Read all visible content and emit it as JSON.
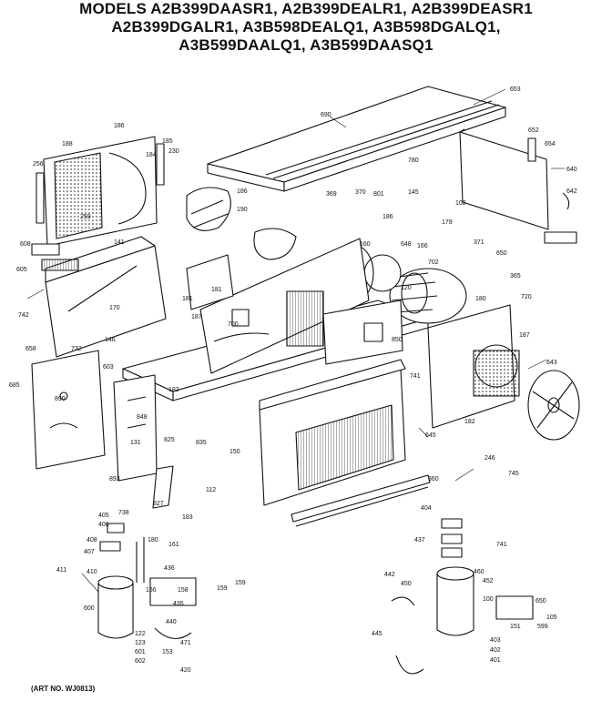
{
  "header": {
    "models_line_1": "MODELS A2B399DAASR1, A2B399DEALR1, A2B399DEASR1",
    "models_line_2": "A2B399DGALR1, A3B598DEALQ1, A3B598DGALQ1,",
    "models_line_3": "A3B599DAALQ1, A3B599DAASQ1"
  },
  "art_number": "(ART NO. WJ0813)",
  "labels": {
    "l653": "653",
    "l690": "690",
    "l652": "652",
    "l654": "654",
    "l640": "640",
    "l780": "780",
    "l145": "145",
    "l102": "102",
    "l179": "179",
    "l801": "801",
    "l642": "642",
    "l371": "371",
    "l369": "369",
    "l370": "370",
    "l120": "120",
    "l166": "166",
    "l180": "180",
    "l160": "160",
    "l186": "186",
    "l186b": "186",
    "l185": "185",
    "l230": "230",
    "l256": "256",
    "l259": "259",
    "l608": "608",
    "l605": "605",
    "l141": "141",
    "l742": "742",
    "l658": "658",
    "l732": "732",
    "l603": "603",
    "l685": "685",
    "l890": "890",
    "l848": "848",
    "l131": "131",
    "l182": "182",
    "l170": "170",
    "l146": "146",
    "l181": "181",
    "l187": "187",
    "l700": "700",
    "l720": "720",
    "l365": "365",
    "l648": "648",
    "l650": "650",
    "l835": "835",
    "l850": "850",
    "l187b": "187",
    "l182b": "182",
    "l643": "643",
    "l645": "645",
    "l360": "360",
    "l741": "741",
    "l246": "246",
    "l745": "745",
    "l150": "150",
    "l112": "112",
    "l827": "827",
    "l825": "825",
    "l893": "893",
    "l405": "405",
    "l406": "406",
    "l407": "407",
    "l408": "408",
    "l410": "410",
    "l411": "411",
    "l436": "436",
    "l435": "435",
    "l440": "440",
    "l442": "442",
    "l445": "445",
    "l450": "450",
    "l452": "452",
    "l460": "460",
    "l403": "403",
    "l402": "402",
    "l401": "401",
    "l420": "420",
    "l471": "471",
    "l153": "153",
    "l159": "159",
    "l158": "158",
    "l600": "600",
    "l122": "122",
    "l123": "123",
    "l601": "601",
    "l602": "602",
    "l180b": "180",
    "l738": "738",
    "l437": "437",
    "l156": "156",
    "l161": "161",
    "l183": "183",
    "l741b": "741",
    "l100": "100",
    "l650b": "650",
    "l105": "105",
    "l404": "404",
    "l599": "599",
    "l151": "151",
    "l702": "702",
    "l181b": "181",
    "l186c": "186",
    "l190": "190",
    "l188": "188",
    "l184": "184",
    "l159b": "159"
  }
}
